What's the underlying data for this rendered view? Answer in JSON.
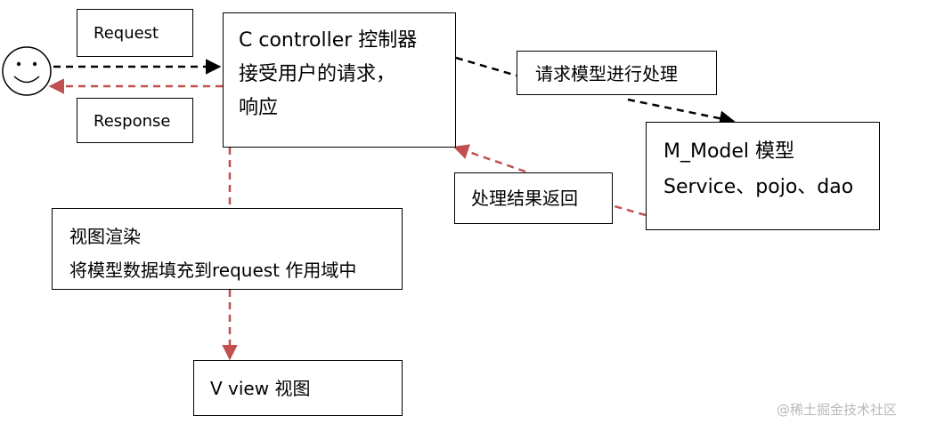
{
  "labels": {
    "request": "Request",
    "response": "Response",
    "controller_line1": "C controller 控制器",
    "controller_line2": "接受用户的请求，",
    "controller_line3": "响应",
    "request_model": "请求模型进行处理",
    "model_line1": "M_Model 模型",
    "model_line2": "Service、pojo、dao",
    "result_return": "处理结果返回",
    "render_line1": "视图渲染",
    "render_line2": "将模型数据填充到request 作用域中",
    "view": "V view  视图"
  },
  "watermark": "@稀土掘金技术社区",
  "icons": {
    "user": "smiley-face-icon"
  },
  "colors": {
    "request_flow": "#000000",
    "response_flow": "#c0504d"
  }
}
